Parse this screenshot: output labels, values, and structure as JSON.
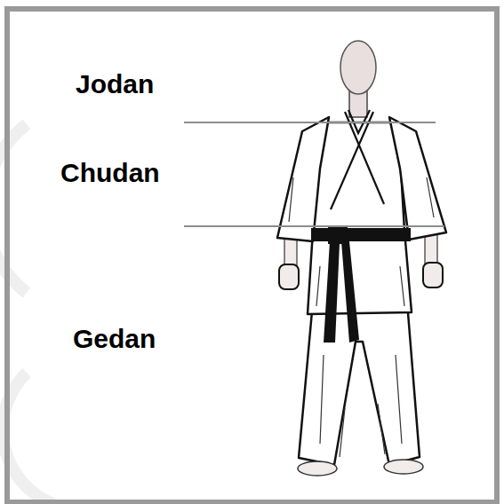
{
  "diagram": {
    "labels": [
      "Jodan",
      "Chudan",
      "Gedan"
    ]
  }
}
